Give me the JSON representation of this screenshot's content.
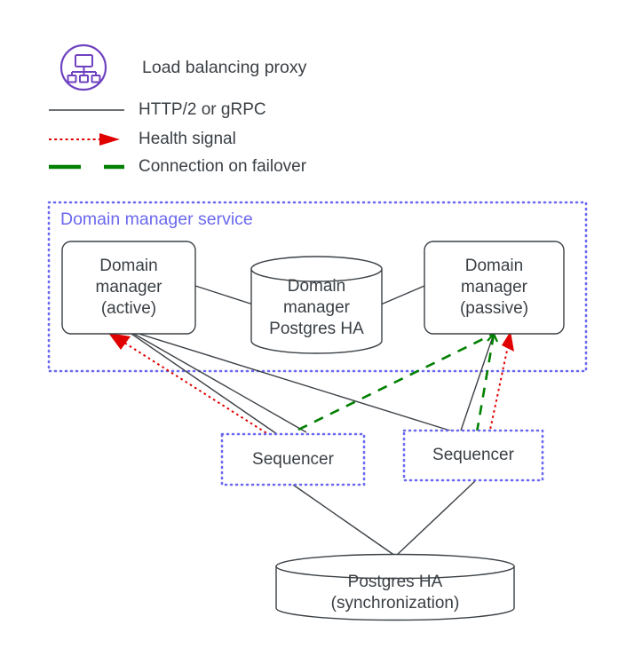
{
  "legend": {
    "items": [
      {
        "key": "proxy",
        "icon": "load-balancer-hierarchy-icon",
        "label": "Load balancing proxy",
        "style": "icon",
        "color": "#6f42c1"
      },
      {
        "key": "http",
        "icon": "solid-line-swatch-icon",
        "label": "HTTP/2 or gRPC",
        "style": "solid",
        "color": "#3b4045"
      },
      {
        "key": "health",
        "icon": "dotted-arrow-swatch-icon",
        "label": "Health signal",
        "style": "dotted-arrow",
        "color": "#e00000"
      },
      {
        "key": "failover",
        "icon": "dashed-line-swatch-icon",
        "label": "Connection on failover",
        "style": "dashed",
        "color": "#008000"
      }
    ]
  },
  "groups": [
    {
      "key": "domain-manager-service",
      "title": "Domain manager service",
      "border_color": "#6a68ee"
    }
  ],
  "nodes": [
    {
      "key": "domain-manager-active",
      "label": "Domain\nmanager\n(active)",
      "shape": "rounded-rect"
    },
    {
      "key": "domain-manager-postgres-ha",
      "label": "Domain\nmanager\nPostgres HA",
      "shape": "cylinder"
    },
    {
      "key": "domain-manager-passive",
      "label": "Domain\nmanager\n(passive)",
      "shape": "rounded-rect"
    },
    {
      "key": "sequencer-left",
      "label": "Sequencer",
      "shape": "dotted-rect"
    },
    {
      "key": "sequencer-right",
      "label": "Sequencer",
      "shape": "dotted-rect"
    },
    {
      "key": "postgres-ha-sync",
      "label": "Postgres HA\n(synchronization)",
      "shape": "cylinder"
    }
  ],
  "edges": [
    {
      "from": "domain-manager-active",
      "to": "domain-manager-postgres-ha",
      "type": "solid"
    },
    {
      "from": "domain-manager-postgres-ha",
      "to": "domain-manager-passive",
      "type": "solid"
    },
    {
      "from": "sequencer-left",
      "to": "domain-manager-active",
      "type": "solid"
    },
    {
      "from": "sequencer-right",
      "to": "domain-manager-active",
      "type": "solid"
    },
    {
      "from": "sequencer-left",
      "to": "domain-manager-active",
      "type": "dotted-arrow"
    },
    {
      "from": "sequencer-right",
      "to": "domain-manager-passive",
      "type": "dotted-arrow"
    },
    {
      "from": "sequencer-left",
      "to": "domain-manager-passive",
      "type": "dashed"
    },
    {
      "from": "sequencer-right",
      "to": "domain-manager-passive",
      "type": "dashed"
    },
    {
      "from": "sequencer-right",
      "to": "domain-manager-active",
      "type": "solid"
    },
    {
      "from": "sequencer-left",
      "to": "postgres-ha-sync",
      "type": "solid"
    },
    {
      "from": "sequencer-right",
      "to": "postgres-ha-sync",
      "type": "solid"
    }
  ],
  "colors": {
    "stroke": "#3b4045",
    "accent_purple": "#6f42c1",
    "group_border": "#6a68ee",
    "health_red": "#e00000",
    "failover_green": "#008000",
    "background": "#ffffff"
  }
}
